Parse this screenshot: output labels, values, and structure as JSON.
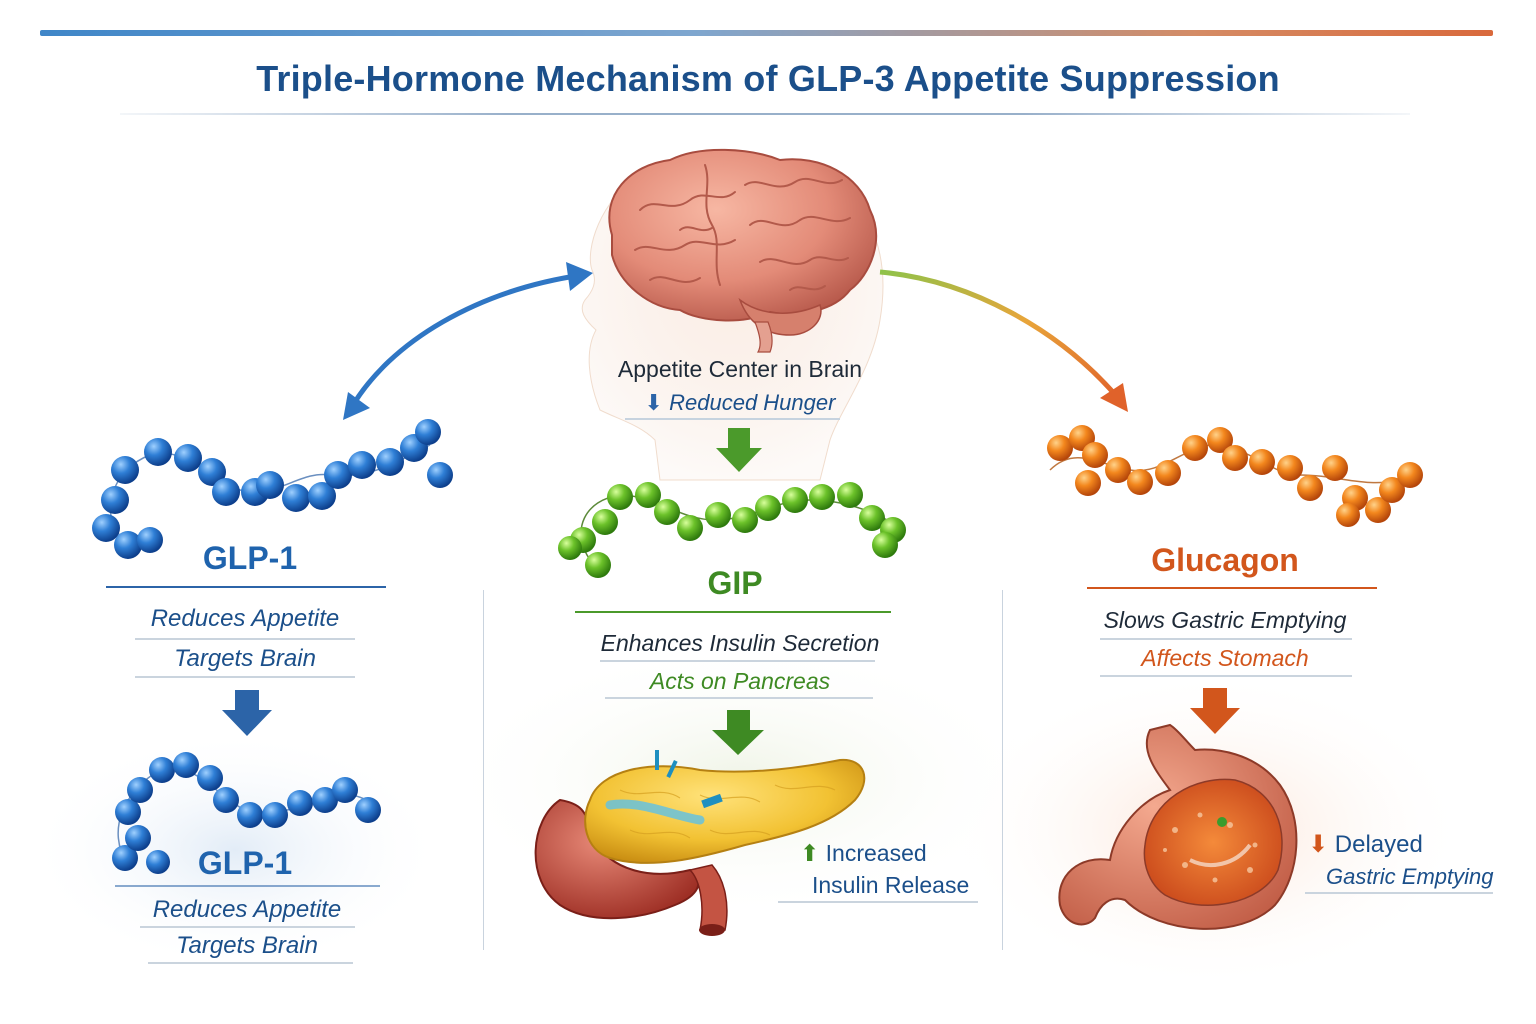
{
  "title": "Triple-Hormone Mechanism of GLP-3 Appetite Suppression",
  "brain": {
    "label": "Appetite Center in Brain",
    "effect_arrow": "⬇",
    "effect": "Reduced Hunger"
  },
  "glp1": {
    "name": "GLP-1",
    "line1": "Reduces Appetite",
    "line2": "Targets Brain",
    "color": "#1f63ad",
    "repeat": {
      "name": "GLP-1",
      "line1": "Reduces Appetite",
      "line2": "Targets Brain"
    }
  },
  "gip": {
    "name": "GIP",
    "line1": "Enhances Insulin Secretion",
    "line2": "Acts on Pancreas",
    "color": "#3e8a23",
    "effect_arrow": "⬆",
    "effect_line1": "Increased",
    "effect_line2": "Insulin Release"
  },
  "glucagon": {
    "name": "Glucagon",
    "line1": "Slows Gastric Emptying",
    "line2": "Affects Stomach",
    "color": "#d2561c",
    "effect_arrow": "⬇",
    "effect_line1": "Delayed",
    "effect_line2": "Gastric Emptying"
  },
  "icons": [
    "brain-icon",
    "head-silhouette-icon",
    "molecule-chain-icon",
    "pancreas-icon",
    "stomach-icon",
    "arrow-icon"
  ]
}
